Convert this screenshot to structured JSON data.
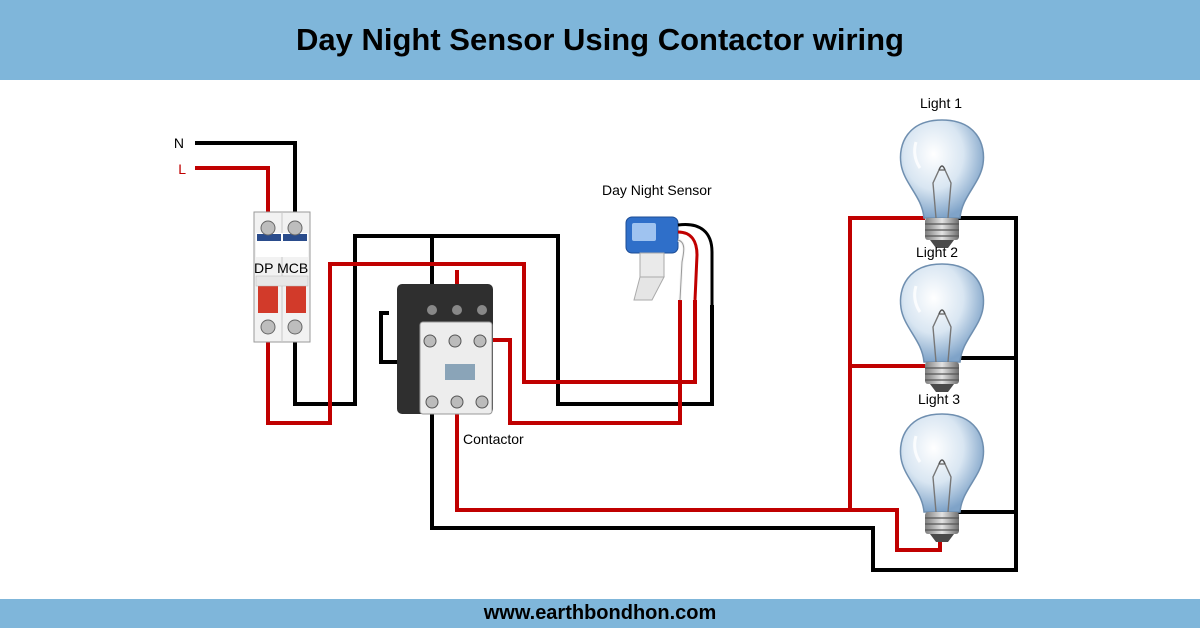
{
  "header": {
    "title": "Day Night Sensor Using Contactor wiring"
  },
  "footer": {
    "url": "www.earthbondhon.com"
  },
  "labels": {
    "neutral": "N",
    "live": "L",
    "mcb": "DP MCB",
    "contactor": "Contactor",
    "sensor": "Day Night Sensor",
    "light1": "Light  1",
    "light2": "Light  2",
    "light3": "Light  3"
  },
  "colors": {
    "banner": "#7fb6da",
    "live_wire": "#c00000",
    "neutral_wire": "#000000"
  }
}
